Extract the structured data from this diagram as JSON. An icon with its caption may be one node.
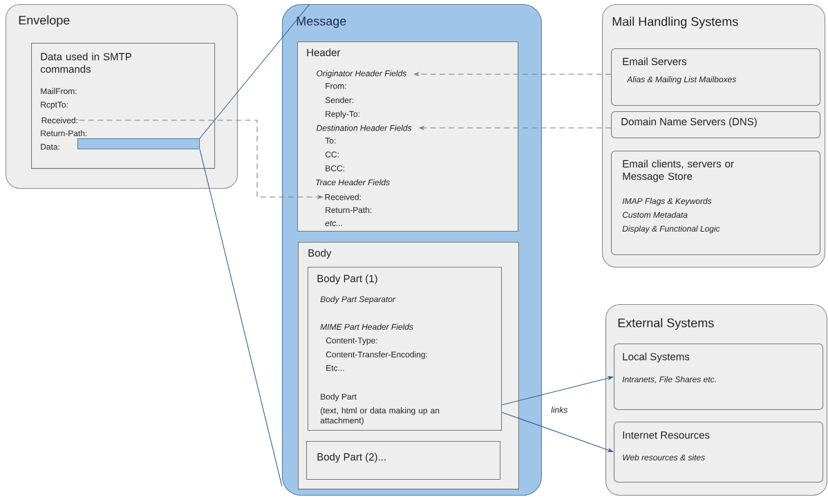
{
  "diagram": {
    "nodes": [
      {
        "text": [
          "Envelope"
        ]
      },
      {
        "text": [
          "Data used in SMTP commands",
          "MailFrom:",
          "RcptTo:",
          "Return-Path:",
          "Data:"
        ],
        "in": 0
      },
      {
        "text": [
          "Received:"
        ],
        "in": 1
      },
      {
        "text": [],
        "shape": "bar",
        "in": 1
      },
      {
        "text": [
          "Message"
        ]
      },
      {
        "text": [
          "Header",
          "From:",
          "Sender:",
          "Reply-To:",
          "To:",
          "CC:",
          "BCC:",
          "Trace Header Fields",
          "Return-Path:",
          "etc..."
        ],
        "in": 4
      },
      {
        "text": [
          "Originator Header Fields"
        ],
        "in": 5
      },
      {
        "text": [
          "Destination Header Fields"
        ],
        "in": 5
      },
      {
        "text": [
          "Received:"
        ],
        "in": 5
      },
      {
        "text": [
          "Body"
        ],
        "in": 4
      },
      {
        "text": [
          "Body Part (1)",
          "Body Part Separator",
          "MIME Part Header Fields",
          "Content-Type:",
          "Content-Transfer-Encoding:",
          "Etc...",
          "Body Part",
          "(text, html or data making up an attachment)"
        ],
        "in": 9
      },
      {
        "text": [
          "Body Part (2)..."
        ],
        "in": 9
      },
      {
        "text": [
          "Mail Handling Systems"
        ]
      },
      {
        "text": [
          "Email Servers",
          "Alias & Mailing List Mailboxes"
        ],
        "in": 12
      },
      {
        "text": [
          "Domain Name Servers (DNS)"
        ],
        "in": 12
      },
      {
        "text": [
          "Email clients, servers or Message Store",
          "IMAP Flags & Keywords",
          "Custom Metadata",
          "Display & Functional Logic"
        ],
        "in": 12
      },
      {
        "text": [
          "External Systems"
        ]
      },
      {
        "text": [
          "Local Systems",
          "Intranets, File Shares etc."
        ],
        "in": 16
      },
      {
        "text": [
          "Internet Resources",
          "Web resources & sites"
        ],
        "in": 16
      }
    ],
    "edges": [
      {
        "from": 2,
        "to": 8,
        "arrow": "to",
        "style": "dashed",
        "color": "#7f7f7f"
      },
      {
        "from": 13,
        "to": 6,
        "arrow": "to",
        "style": "dashed",
        "color": "#7f7f7f"
      },
      {
        "from": 14,
        "to": 7,
        "arrow": "to",
        "style": "dashed",
        "color": "#7f7f7f"
      },
      {
        "from": 3,
        "to": 4,
        "arrow": "none"
      },
      {
        "from": 3,
        "to": 4,
        "arrow": "none"
      },
      {
        "from": 10,
        "to": 17,
        "arrow": "to"
      },
      {
        "from": 10,
        "to": 18,
        "arrow": "to"
      }
    ],
    "labels": [
      "links"
    ]
  }
}
